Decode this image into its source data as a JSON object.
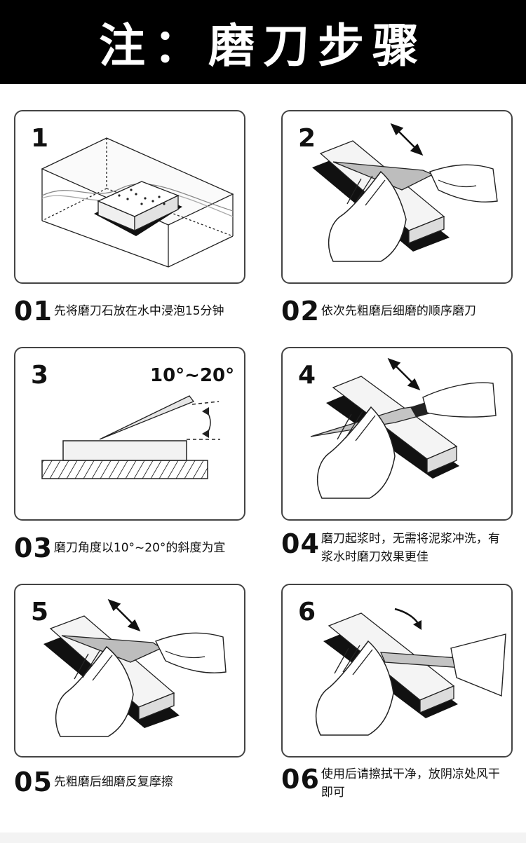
{
  "header": {
    "title": "注：磨刀步骤"
  },
  "steps": [
    {
      "num": "1",
      "cap_num": "01",
      "text": "先将磨刀石放在水中浸泡15分钟"
    },
    {
      "num": "2",
      "cap_num": "02",
      "text": "依次先粗磨后细磨的顺序磨刀"
    },
    {
      "num": "3",
      "cap_num": "03",
      "text": "磨刀角度以10°~20°的斜度为宜",
      "angle_label": "10°~20°"
    },
    {
      "num": "4",
      "cap_num": "04",
      "text": "磨刀起浆时，无需将泥浆冲洗，有浆水时磨刀效果更佳"
    },
    {
      "num": "5",
      "cap_num": "05",
      "text": "先粗磨后细磨反复摩擦"
    },
    {
      "num": "6",
      "cap_num": "06",
      "text": "使用后请擦拭干净，放阴凉处风干即可"
    }
  ]
}
